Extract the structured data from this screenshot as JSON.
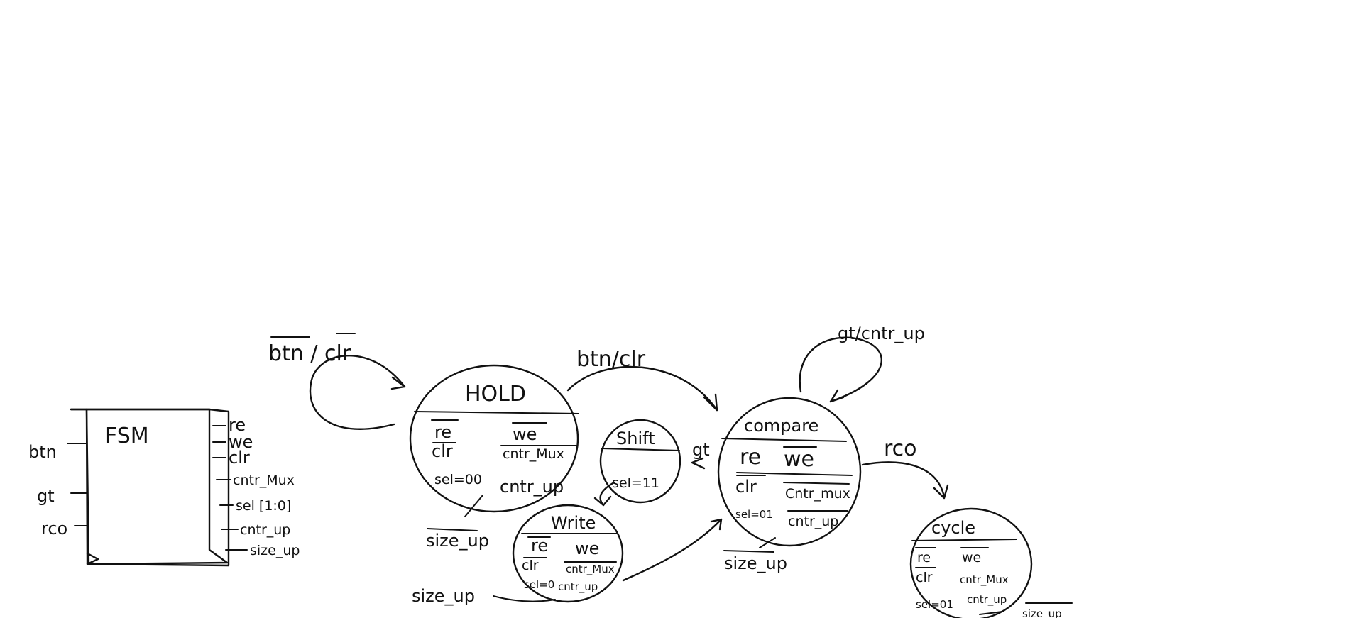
{
  "fsm_block": {
    "title": "FSM",
    "inputs": [
      "btn",
      "gt",
      "rco"
    ],
    "outputs": [
      "re",
      "we",
      "clr",
      "cntr_Mux",
      "sel [1:0]",
      "cntr_up",
      "size_up"
    ]
  },
  "states": {
    "hold": {
      "name": "HOLD",
      "outputs": [
        "re",
        "we",
        "clr",
        "cntr_Mux",
        "sel=00",
        "cntr_up"
      ],
      "tail": "size_up"
    },
    "shift": {
      "name": "Shift",
      "outputs": [
        "sel=11"
      ]
    },
    "write": {
      "name": "Write",
      "outputs": [
        "re",
        "we",
        "clr",
        "cntr_Mux",
        "sel=0",
        "cntr_up"
      ],
      "tail": "size_up"
    },
    "compare": {
      "name": "compare",
      "outputs": [
        "re",
        "we",
        "clr",
        "Cntr_mux",
        "sel=01",
        "cntr_up"
      ],
      "tail": "size_up"
    },
    "cycle": {
      "name": "cycle",
      "outputs": [
        "re",
        "we",
        "clr",
        "cntr_Mux",
        "sel=01",
        "cntr_up"
      ],
      "tail": "size_up"
    }
  },
  "transitions": {
    "hold_self": "btn / clr",
    "hold_to_compare": "btn/clr",
    "compare_self": "gt/cntr_up",
    "compare_to_shift": "gt",
    "compare_to_cycle": "rco"
  }
}
